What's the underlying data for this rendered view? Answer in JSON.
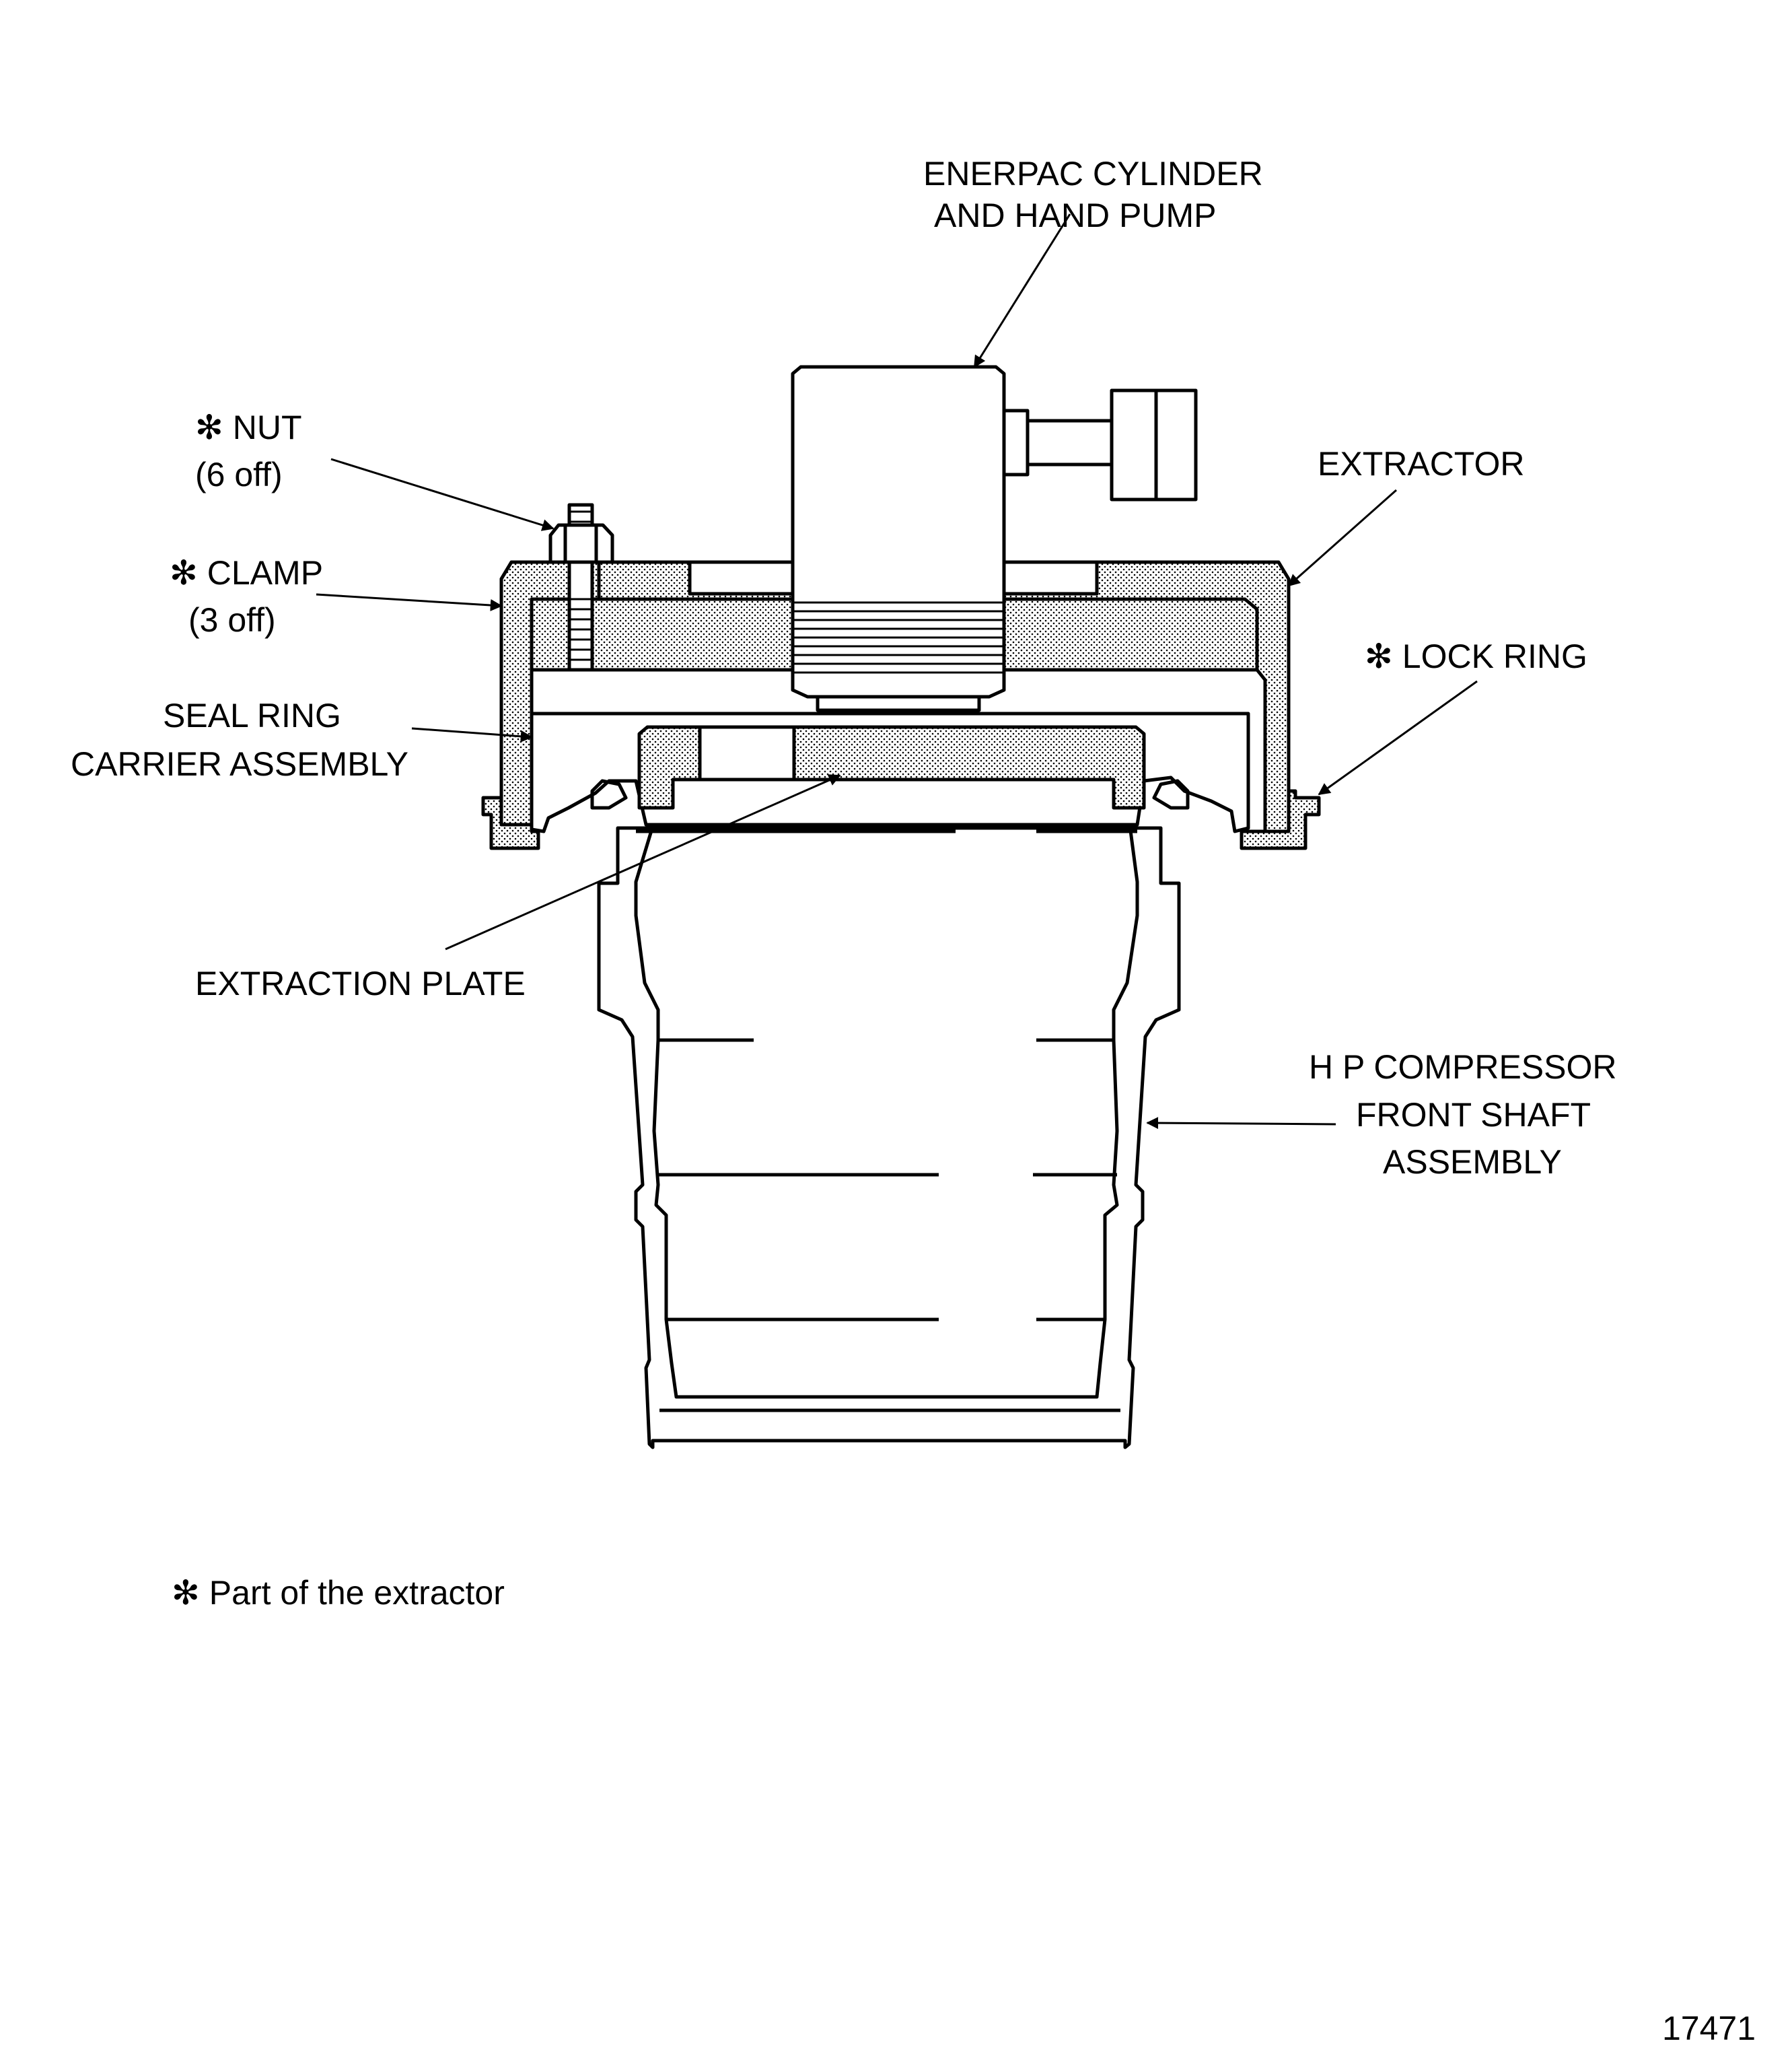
{
  "labels": {
    "cylinder_l1": "ENERPAC CYLINDER",
    "cylinder_l2": "AND HAND PUMP",
    "nut_l1": "✻ NUT",
    "nut_l2": "(6 off)",
    "clamp_l1": "✻ CLAMP",
    "clamp_l2": "(3 off)",
    "extractor": "EXTRACTOR",
    "lock_ring": "✻ LOCK RING",
    "seal_l1": "SEAL RING",
    "seal_l2": "CARRIER ASSEMBLY",
    "extraction_plate": "EXTRACTION PLATE",
    "shaft_l1": "H P COMPRESSOR",
    "shaft_l2": "FRONT SHAFT",
    "shaft_l3": "ASSEMBLY"
  },
  "footnote": "✻ Part of the extractor",
  "figure_number": "17471"
}
